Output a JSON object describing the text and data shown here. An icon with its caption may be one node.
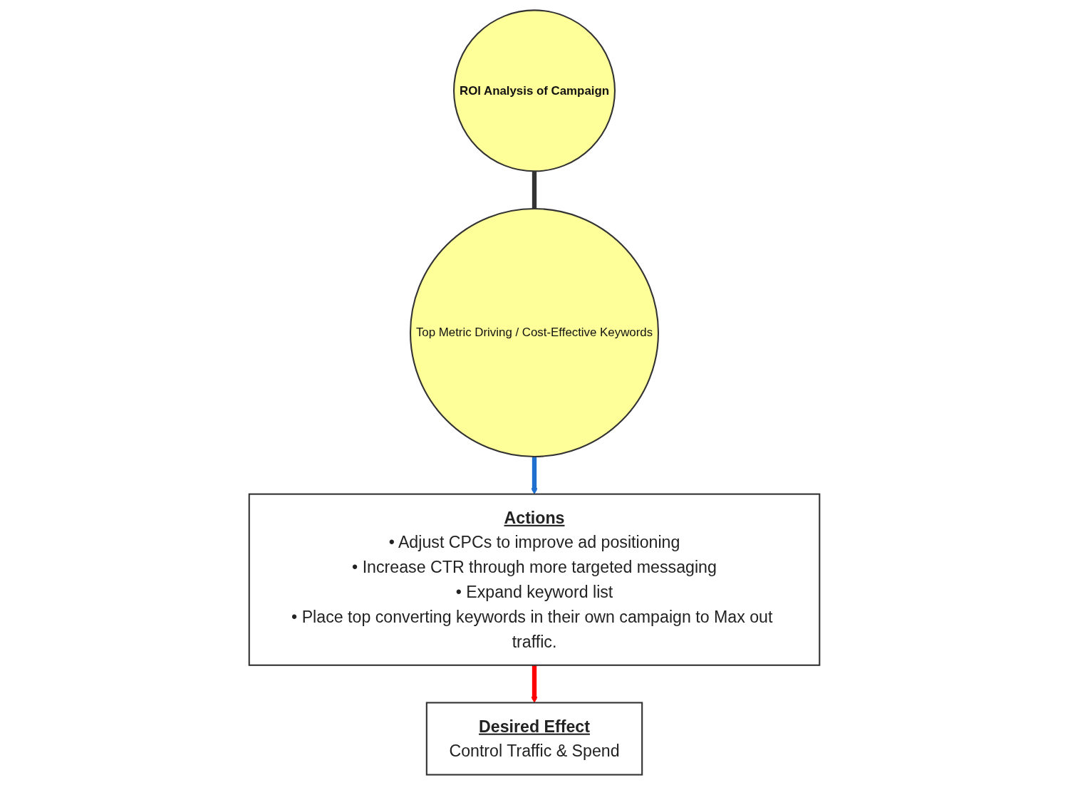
{
  "diagram": {
    "nodes": [
      {
        "text": [
          "ROI Analysis of Campaign"
        ]
      },
      {
        "text": [
          "Top Metric Driving / Cost-Effective Keywords"
        ]
      },
      {
        "text": [
          "Actions",
          "• Adjust CPCs to improve ad positioning",
          "• Increase CTR through more targeted messaging",
          "• Expand keyword list",
          "• Place top converting keywords in their own campaign to Max out traffic."
        ]
      },
      {
        "text": [
          "Desired Effect",
          "Control Traffic & Spend"
        ]
      }
    ],
    "edges": [
      {
        "from": 0,
        "to": 1,
        "arrow": "none",
        "color": "#333333"
      },
      {
        "from": 1,
        "to": 2,
        "arrow": "to",
        "color": "#1f6fd0"
      },
      {
        "from": 2,
        "to": 3,
        "arrow": "to",
        "color": "#ff0000"
      }
    ]
  }
}
